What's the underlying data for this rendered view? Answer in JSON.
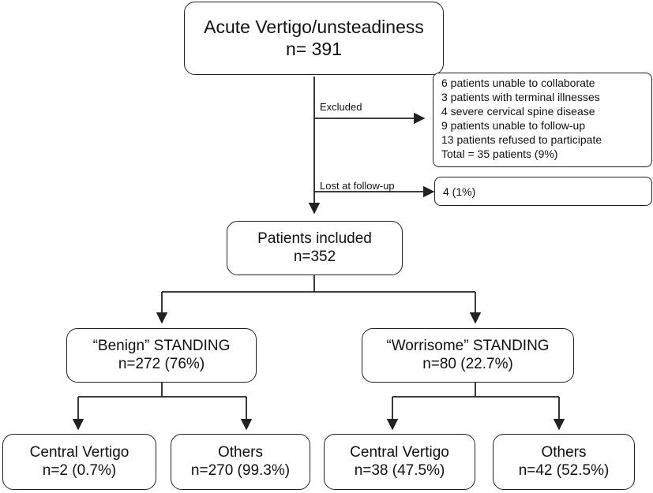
{
  "root": {
    "line1": "Acute Vertigo/unsteadiness",
    "line2": "n= 391"
  },
  "excluded": {
    "label": "Excluded",
    "items": [
      "6 patients unable to collaborate",
      "3 patients with terminal illnesses",
      "4 severe cervical spine disease",
      "9 patients unable to follow-up",
      "13 patients refused to participate",
      "Total = 35 patients (9%)"
    ]
  },
  "lost": {
    "label": "Lost at follow-up",
    "value": "4   (1%)"
  },
  "included": {
    "line1": "Patients included",
    "line2": "n=352"
  },
  "benign": {
    "line1": "“Benign” STANDING",
    "line2": "n=272 (76%)"
  },
  "worrisome": {
    "line1": "“Worrisome” STANDING",
    "line2": "n=80 (22.7%)"
  },
  "leaves": [
    {
      "line1": "Central Vertigo",
      "line2": "n=2 (0.7%)"
    },
    {
      "line1": "Others",
      "line2": "n=270 (99.3%)"
    },
    {
      "line1": "Central Vertigo",
      "line2": "n=38 (47.5%)"
    },
    {
      "line1": "Others",
      "line2": "n=42 (52.5%)"
    }
  ],
  "colors": {
    "line": "#222222",
    "background": "#ffffff"
  }
}
